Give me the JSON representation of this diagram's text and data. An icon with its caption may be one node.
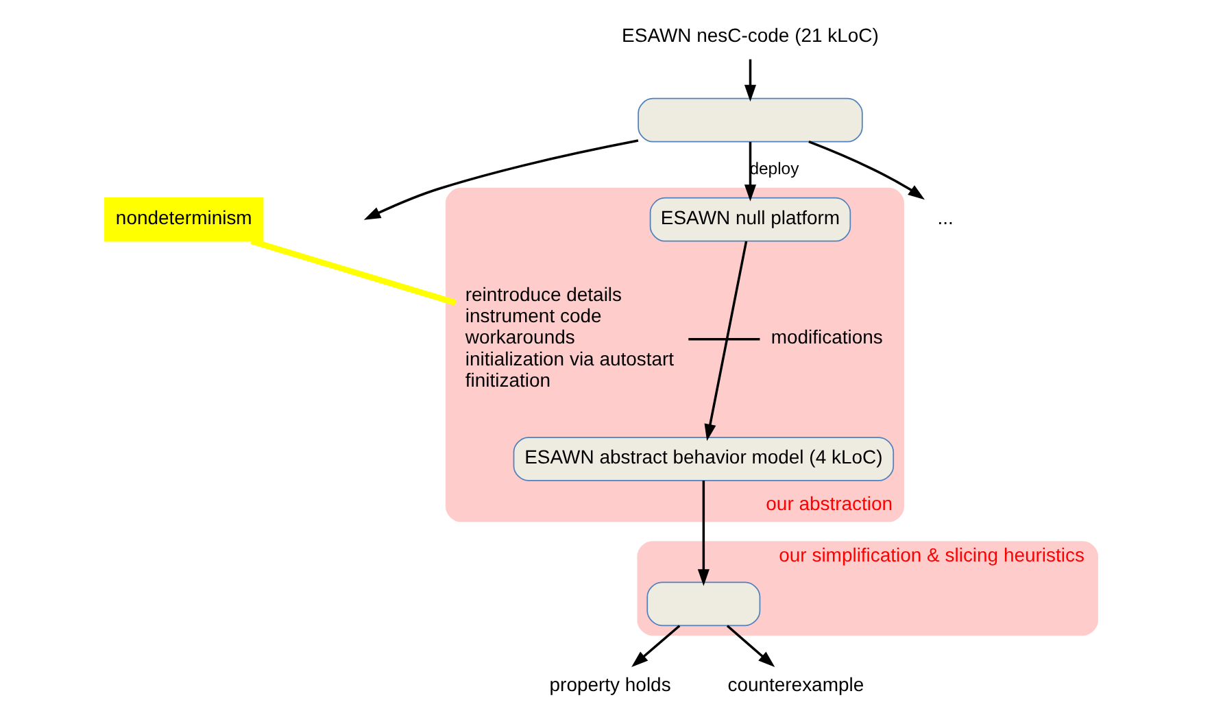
{
  "diagram": {
    "nodes": [
      {
        "text": [
          "ESAWN nesC-code (21 kLoC)"
        ]
      },
      {
        "text": [],
        "shape": "box"
      },
      {
        "text": [
          "..."
        ]
      },
      {
        "text": [
          "our abstraction"
        ]
      },
      {
        "text": [
          "ESAWN null platform"
        ],
        "in": 3
      },
      {
        "text": [
          "modifications"
        ],
        "in": 3
      },
      {
        "text": [
          "reintroduce details",
          "instrument code",
          "workarounds",
          "initialization via autostart",
          "finitization"
        ],
        "in": 3
      },
      {
        "text": [
          "ESAWN abstract behavior model (4 kLoC)"
        ],
        "in": 3
      },
      {
        "text": [
          "nondeterminism"
        ]
      },
      {
        "text": [
          "our simplification & slicing heuristics"
        ]
      },
      {
        "text": [],
        "shape": "box",
        "in": 9
      },
      {
        "text": [
          "property holds"
        ]
      },
      {
        "text": [
          "counterexample"
        ]
      }
    ],
    "edges": [
      {
        "from": 0,
        "to": 1,
        "arrow": "to"
      },
      {
        "from": 1,
        "to": null,
        "arrow": "to"
      },
      {
        "from": 1,
        "to": 2,
        "arrow": "to"
      },
      {
        "from": 1,
        "to": 4,
        "arrow": "to",
        "label": "deploy"
      },
      {
        "from": 4,
        "to": 7,
        "arrow": "to"
      },
      {
        "from": 5,
        "to": 6,
        "arrow": "none"
      },
      {
        "from": 8,
        "to": 6,
        "arrow": "none",
        "style": "thick",
        "color": "#ffff00"
      },
      {
        "from": 7,
        "to": 10,
        "arrow": "to"
      },
      {
        "from": 10,
        "to": 11,
        "arrow": "to"
      },
      {
        "from": 10,
        "to": 12,
        "arrow": "to"
      }
    ]
  }
}
